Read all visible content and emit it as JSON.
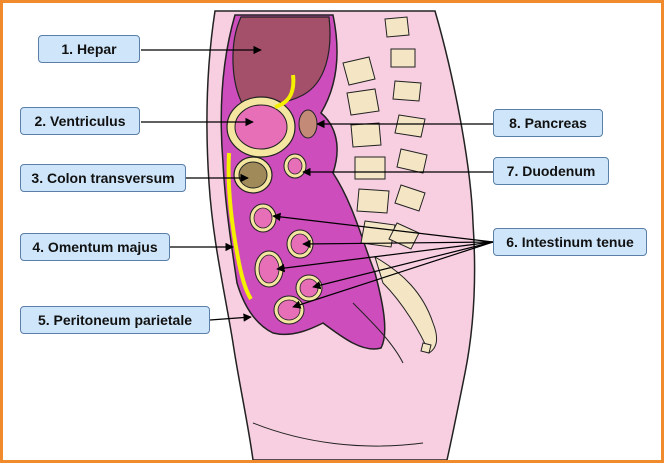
{
  "labels": [
    {
      "id": "hepar",
      "text": "1. Hepar"
    },
    {
      "id": "ventriculus",
      "text": "2. Ventriculus"
    },
    {
      "id": "colon-transversum",
      "text": "3. Colon transversum"
    },
    {
      "id": "omentum-majus",
      "text": "4. Omentum majus"
    },
    {
      "id": "peritoneum-parietale",
      "text": "5. Peritoneum parietale"
    },
    {
      "id": "intestinum-tenue",
      "text": "6. Intestinum tenue"
    },
    {
      "id": "duodenum",
      "text": "7. Duodenum"
    },
    {
      "id": "pancreas",
      "text": "8. Pancreas"
    }
  ],
  "colors": {
    "frame": "#f08a2c",
    "label_fill": "#cfe6fa",
    "label_border": "#5a7fa8",
    "skin": "#f7cfe0",
    "peritoneal_cavity": "#cc4dbb",
    "liver": "#a4506a",
    "stomach": "#e76fb8",
    "colon": "#a08a5a",
    "omentum": "#f4f000",
    "bone": "#f4e6c5",
    "arrow": "#000000"
  }
}
